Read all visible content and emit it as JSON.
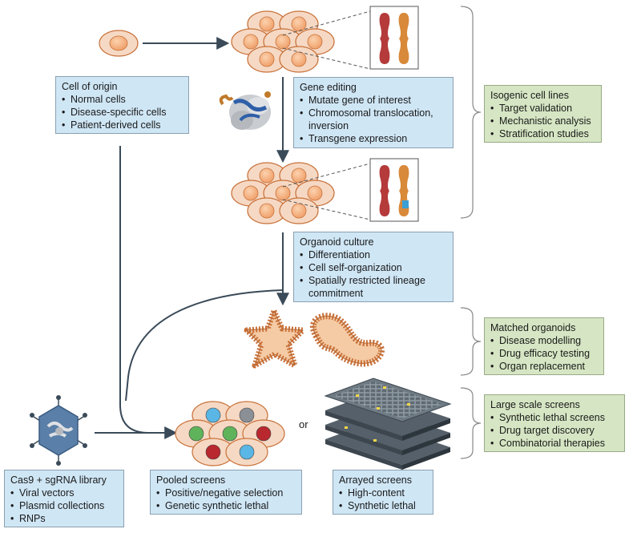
{
  "boxes": {
    "origin": {
      "title": "Cell of origin",
      "items": [
        "Normal cells",
        "Disease-specific cells",
        "Patient-derived cells"
      ]
    },
    "editing": {
      "title": "Gene editing",
      "items": [
        "Mutate gene of interest",
        "Chromosomal translocation, inversion",
        "Transgene expression"
      ]
    },
    "isogenic": {
      "title": "Isogenic cell lines",
      "items": [
        "Target validation",
        "Mechanistic analysis",
        "Stratification studies"
      ]
    },
    "organoid": {
      "title": "Organoid culture",
      "items": [
        "Differentiation",
        "Cell self-organization",
        "Spatially restricted lineage commitment"
      ]
    },
    "matched": {
      "title": "Matched organoids",
      "items": [
        "Disease modelling",
        "Drug efficacy testing",
        "Organ replacement"
      ]
    },
    "largescale": {
      "title": "Large scale screens",
      "items": [
        "Synthetic lethal screens",
        "Drug target discovery",
        "Combinatorial therapies"
      ]
    },
    "cas9": {
      "title": "Cas9 + sgRNA library",
      "items": [
        "Viral vectors",
        "Plasmid collections",
        "RNPs"
      ]
    },
    "pooled": {
      "title": "Pooled screens",
      "items": [
        "Positive/negative selection",
        "Genetic synthetic lethal"
      ]
    },
    "arrayed": {
      "title": "Arrayed screens",
      "items": [
        "High-content",
        "Synthetic lethal"
      ]
    }
  },
  "or_label": "or",
  "colors": {
    "cell": "#f2ad7c",
    "cell_stroke": "#c8713a",
    "blue_box": "#cfe6f5",
    "green_box": "#d6e6c4",
    "arrow": "#3a4a58",
    "chrom_red": "#b53a3a",
    "chrom_orange": "#d8893a",
    "edit_mark": "#3b9fd4",
    "organoid": "#f5cba5",
    "plate": "#6f7b84"
  }
}
